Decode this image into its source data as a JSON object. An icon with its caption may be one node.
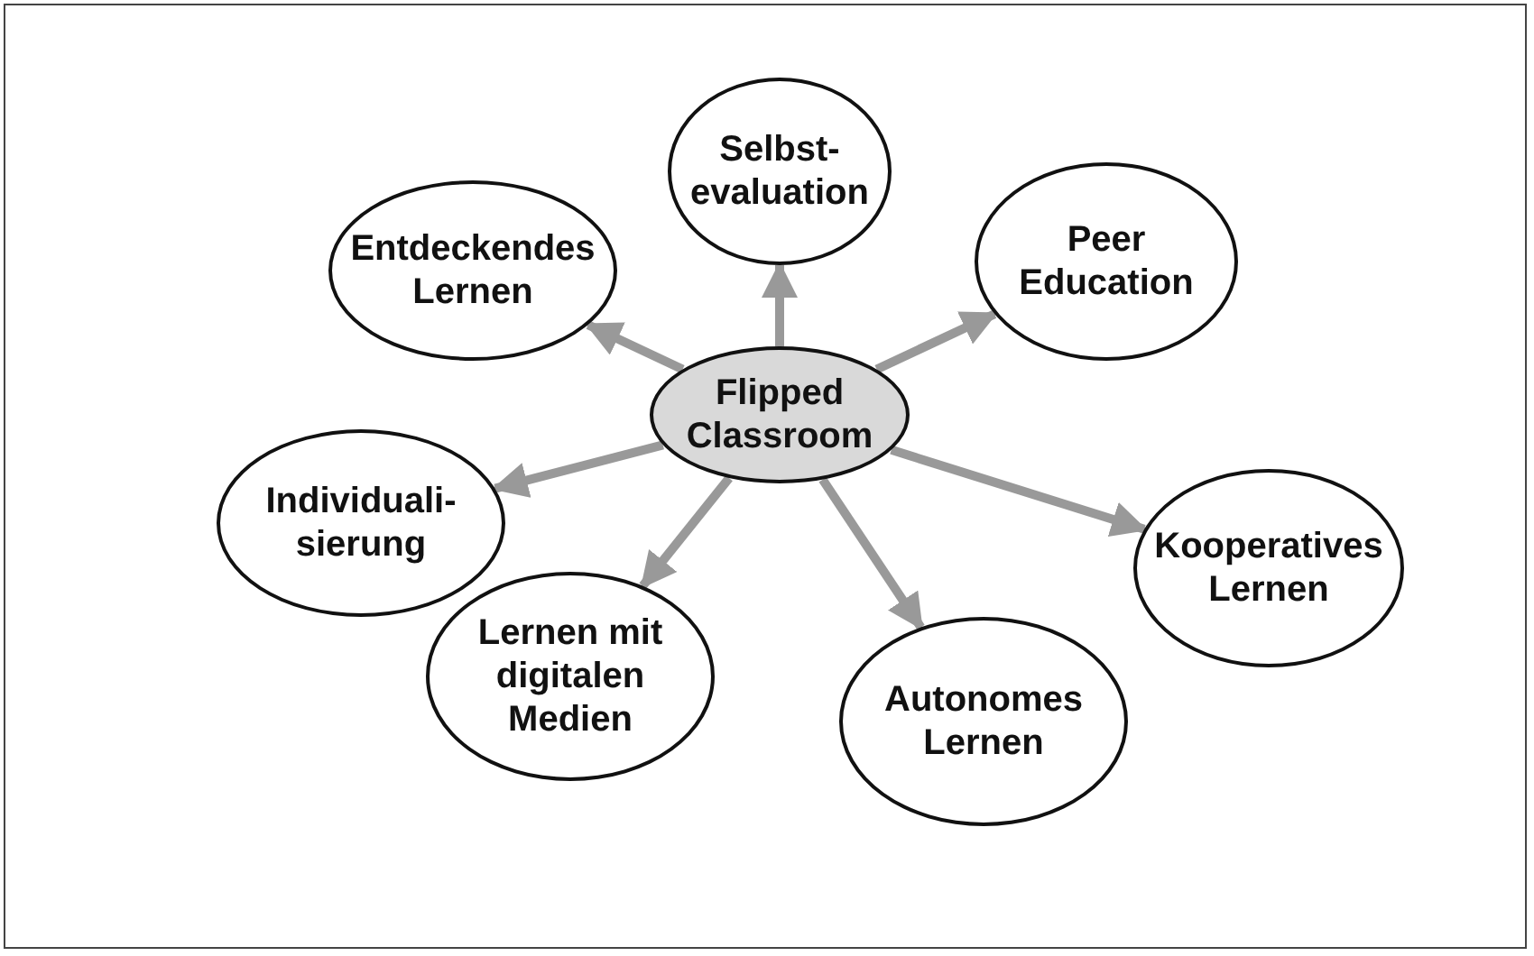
{
  "diagram": {
    "nodes": [
      {
        "text": [
          "Flipped Classroom"
        ]
      },
      {
        "text": [
          "Selbst- evaluation"
        ]
      },
      {
        "text": [
          "Peer Education"
        ]
      },
      {
        "text": [
          "Kooperatives Lernen"
        ]
      },
      {
        "text": [
          "Autonomes Lernen"
        ]
      },
      {
        "text": [
          "Lernen mit digitalen Medien"
        ]
      },
      {
        "text": [
          "Individuali- sierung"
        ]
      },
      {
        "text": [
          "Entdeckendes Lernen"
        ]
      }
    ],
    "edges": [
      {
        "from": 0,
        "to": 1,
        "arrow": "to"
      },
      {
        "from": 0,
        "to": 2,
        "arrow": "to"
      },
      {
        "from": 0,
        "to": 3,
        "arrow": "to"
      },
      {
        "from": 0,
        "to": 4,
        "arrow": "to"
      },
      {
        "from": 0,
        "to": 5,
        "arrow": "to"
      },
      {
        "from": 0,
        "to": 6,
        "arrow": "to"
      },
      {
        "from": 0,
        "to": 7,
        "arrow": "to"
      }
    ]
  }
}
